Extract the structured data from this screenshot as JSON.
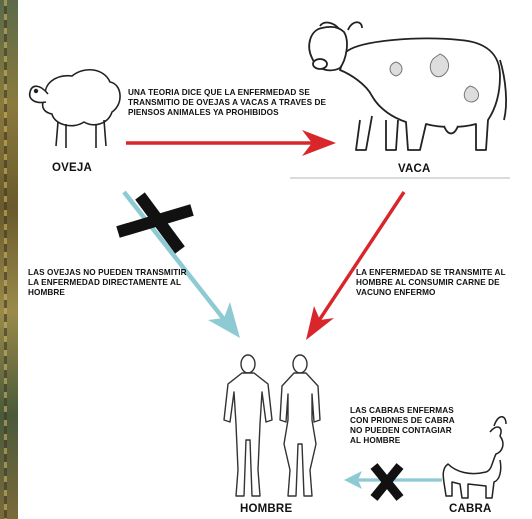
{
  "nodes": {
    "sheep": "OVEJA",
    "cow": "VACA",
    "human": "HOMBRE",
    "goat": "CABRA"
  },
  "notes": {
    "sheep_to_cow": "UNA TEORIA DICE QUE LA ENFERMEDAD SE TRANSMITIO DE OVEJAS A VACAS A TRAVES DE PIENSOS ANIMALES YA PROHIBIDOS",
    "sheep_to_human": "LAS OVEJAS NO PUEDEN TRANSMITIR LA ENFERMEDAD DIRECTAMENTE AL HOMBRE",
    "cow_to_human": "LA ENFERMEDAD SE TRANSMITE AL HOMBRE AL CONSUMIR CARNE DE VACUNO ENFERMO",
    "goat_to_human": "LAS CABRAS ENFERMAS CON PRIONES DE CABRA NO PUEDEN CONTAGIAR AL HOMBRE"
  },
  "colors": {
    "transmits": "#d8262a",
    "blocked": "#8ecad3",
    "cross": "#111111"
  }
}
